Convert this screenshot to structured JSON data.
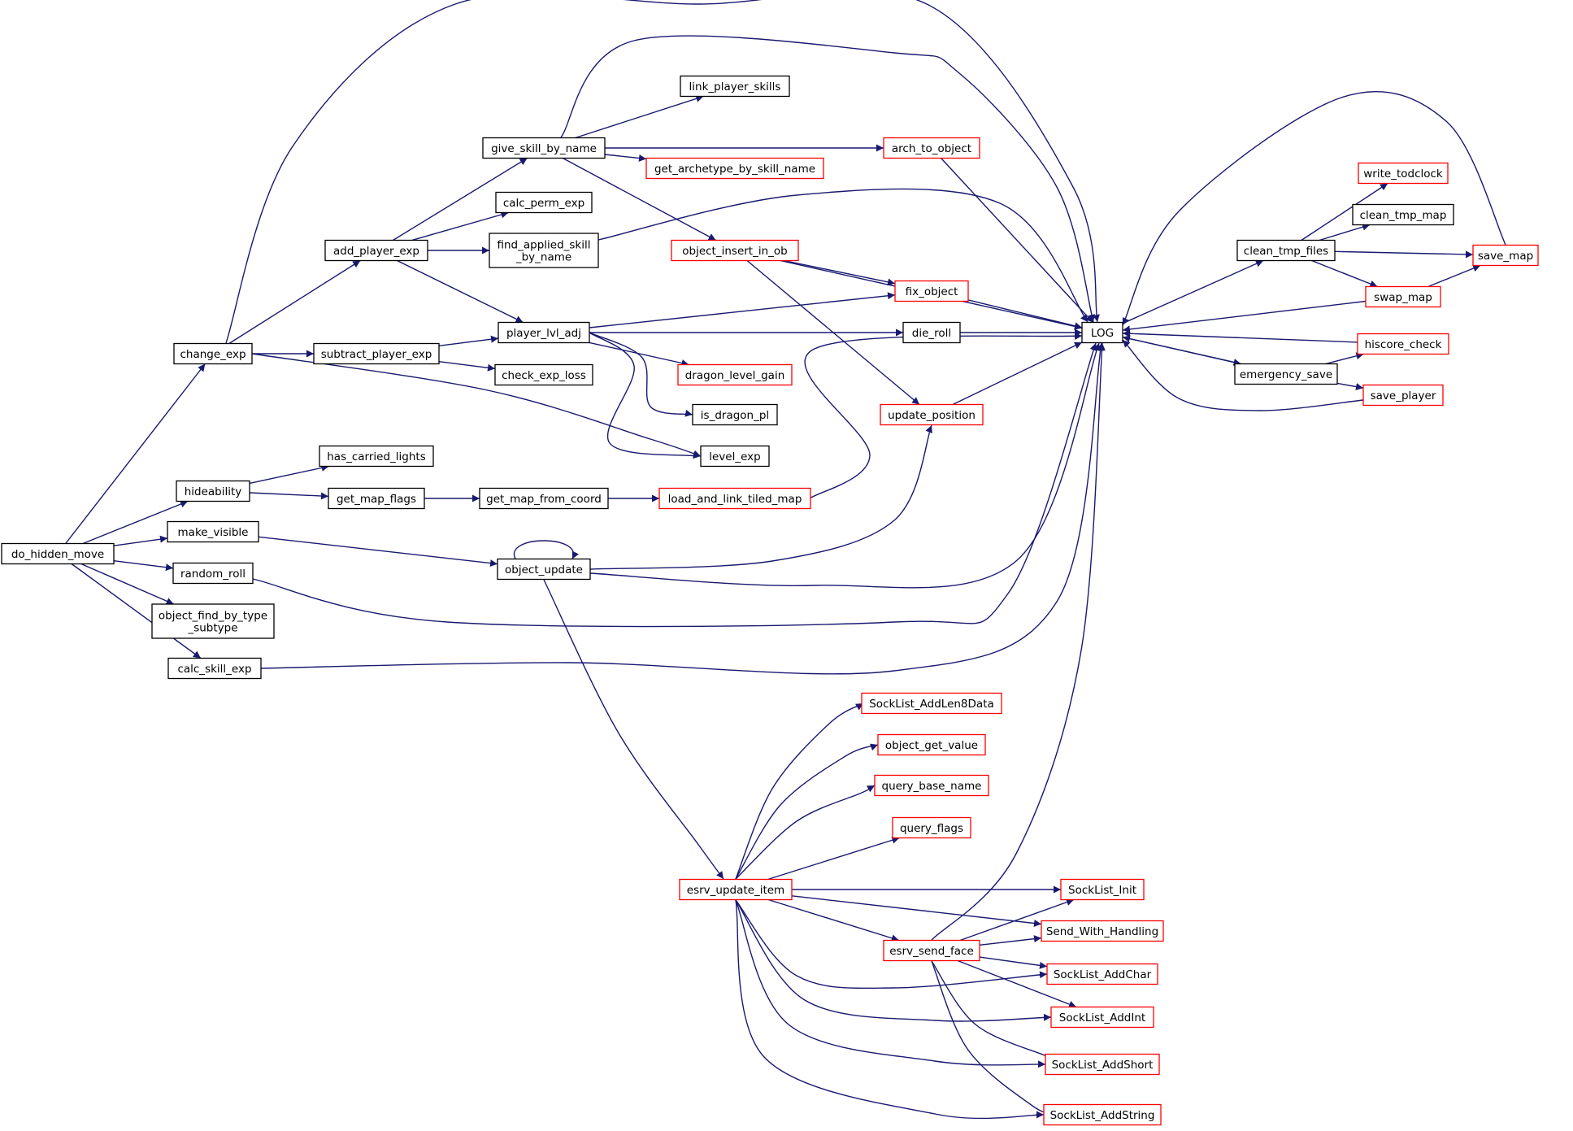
{
  "colors": {
    "edge": "#191970",
    "node_border_default": "#000000",
    "node_border_truncated": "#ff0000",
    "node_fill_focus": "#bfbfbf",
    "node_fill": "#ffffff"
  },
  "nodes": [
    {
      "id": "do_hidden_move",
      "lines": [
        "do_hidden_move"
      ],
      "style": "focus"
    },
    {
      "id": "change_exp",
      "lines": [
        "change_exp"
      ],
      "style": "default"
    },
    {
      "id": "hideability",
      "lines": [
        "hideability"
      ],
      "style": "default"
    },
    {
      "id": "make_visible",
      "lines": [
        "make_visible"
      ],
      "style": "default"
    },
    {
      "id": "random_roll",
      "lines": [
        "random_roll"
      ],
      "style": "default"
    },
    {
      "id": "object_find_by_type_subtype",
      "lines": [
        "object_find_by_type",
        "_subtype"
      ],
      "style": "default"
    },
    {
      "id": "calc_skill_exp",
      "lines": [
        "calc_skill_exp"
      ],
      "style": "default"
    },
    {
      "id": "add_player_exp",
      "lines": [
        "add_player_exp"
      ],
      "style": "default"
    },
    {
      "id": "subtract_player_exp",
      "lines": [
        "subtract_player_exp"
      ],
      "style": "default"
    },
    {
      "id": "has_carried_lights",
      "lines": [
        "has_carried_lights"
      ],
      "style": "default"
    },
    {
      "id": "get_map_flags",
      "lines": [
        "get_map_flags"
      ],
      "style": "default"
    },
    {
      "id": "give_skill_by_name",
      "lines": [
        "give_skill_by_name"
      ],
      "style": "default"
    },
    {
      "id": "calc_perm_exp",
      "lines": [
        "calc_perm_exp"
      ],
      "style": "default"
    },
    {
      "id": "find_applied_skill_by_name",
      "lines": [
        "find_applied_skill",
        "_by_name"
      ],
      "style": "default"
    },
    {
      "id": "player_lvl_adj",
      "lines": [
        "player_lvl_adj"
      ],
      "style": "default"
    },
    {
      "id": "check_exp_loss",
      "lines": [
        "check_exp_loss"
      ],
      "style": "default"
    },
    {
      "id": "get_map_from_coord",
      "lines": [
        "get_map_from_coord"
      ],
      "style": "default"
    },
    {
      "id": "object_update",
      "lines": [
        "object_update"
      ],
      "style": "default"
    },
    {
      "id": "link_player_skills",
      "lines": [
        "link_player_skills"
      ],
      "style": "default"
    },
    {
      "id": "get_archetype_by_skill_name",
      "lines": [
        "get_archetype_by_skill_name"
      ],
      "style": "truncated"
    },
    {
      "id": "object_insert_in_ob",
      "lines": [
        "object_insert_in_ob"
      ],
      "style": "truncated"
    },
    {
      "id": "dragon_level_gain",
      "lines": [
        "dragon_level_gain"
      ],
      "style": "truncated"
    },
    {
      "id": "is_dragon_pl",
      "lines": [
        "is_dragon_pl"
      ],
      "style": "default"
    },
    {
      "id": "level_exp",
      "lines": [
        "level_exp"
      ],
      "style": "default"
    },
    {
      "id": "load_and_link_tiled_map",
      "lines": [
        "load_and_link_tiled_map"
      ],
      "style": "truncated"
    },
    {
      "id": "arch_to_object",
      "lines": [
        "arch_to_object"
      ],
      "style": "truncated"
    },
    {
      "id": "fix_object",
      "lines": [
        "fix_object"
      ],
      "style": "truncated"
    },
    {
      "id": "die_roll",
      "lines": [
        "die_roll"
      ],
      "style": "default"
    },
    {
      "id": "update_position",
      "lines": [
        "update_position"
      ],
      "style": "truncated"
    },
    {
      "id": "LOG",
      "lines": [
        "LOG"
      ],
      "style": "default"
    },
    {
      "id": "clean_tmp_files",
      "lines": [
        "clean_tmp_files"
      ],
      "style": "default"
    },
    {
      "id": "emergency_save",
      "lines": [
        "emergency_save"
      ],
      "style": "default"
    },
    {
      "id": "write_todclock",
      "lines": [
        "write_todclock"
      ],
      "style": "truncated"
    },
    {
      "id": "clean_tmp_map",
      "lines": [
        "clean_tmp_map"
      ],
      "style": "default"
    },
    {
      "id": "swap_map",
      "lines": [
        "swap_map"
      ],
      "style": "truncated"
    },
    {
      "id": "hiscore_check",
      "lines": [
        "hiscore_check"
      ],
      "style": "truncated"
    },
    {
      "id": "save_player",
      "lines": [
        "save_player"
      ],
      "style": "truncated"
    },
    {
      "id": "save_map",
      "lines": [
        "save_map"
      ],
      "style": "truncated"
    },
    {
      "id": "esrv_update_item",
      "lines": [
        "esrv_update_item"
      ],
      "style": "truncated"
    },
    {
      "id": "SockList_AddLen8Data",
      "lines": [
        "SockList_AddLen8Data"
      ],
      "style": "truncated"
    },
    {
      "id": "object_get_value",
      "lines": [
        "object_get_value"
      ],
      "style": "truncated"
    },
    {
      "id": "query_base_name",
      "lines": [
        "query_base_name"
      ],
      "style": "truncated"
    },
    {
      "id": "query_flags",
      "lines": [
        "query_flags"
      ],
      "style": "truncated"
    },
    {
      "id": "esrv_send_face",
      "lines": [
        "esrv_send_face"
      ],
      "style": "truncated"
    },
    {
      "id": "SockList_Init",
      "lines": [
        "SockList_Init"
      ],
      "style": "truncated"
    },
    {
      "id": "Send_With_Handling",
      "lines": [
        "Send_With_Handling"
      ],
      "style": "truncated"
    },
    {
      "id": "SockList_AddChar",
      "lines": [
        "SockList_AddChar"
      ],
      "style": "truncated"
    },
    {
      "id": "SockList_AddInt",
      "lines": [
        "SockList_AddInt"
      ],
      "style": "truncated"
    },
    {
      "id": "SockList_AddShort",
      "lines": [
        "SockList_AddShort"
      ],
      "style": "truncated"
    },
    {
      "id": "SockList_AddString",
      "lines": [
        "SockList_AddString"
      ],
      "style": "truncated"
    }
  ],
  "edges": [
    [
      "do_hidden_move",
      "change_exp"
    ],
    [
      "do_hidden_move",
      "hideability"
    ],
    [
      "do_hidden_move",
      "make_visible"
    ],
    [
      "do_hidden_move",
      "random_roll"
    ],
    [
      "do_hidden_move",
      "object_find_by_type_subtype"
    ],
    [
      "do_hidden_move",
      "calc_skill_exp"
    ],
    [
      "change_exp",
      "LOG"
    ],
    [
      "change_exp",
      "add_player_exp"
    ],
    [
      "change_exp",
      "subtract_player_exp"
    ],
    [
      "change_exp",
      "level_exp"
    ],
    [
      "add_player_exp",
      "give_skill_by_name"
    ],
    [
      "add_player_exp",
      "calc_perm_exp"
    ],
    [
      "add_player_exp",
      "find_applied_skill_by_name"
    ],
    [
      "add_player_exp",
      "player_lvl_adj"
    ],
    [
      "give_skill_by_name",
      "LOG"
    ],
    [
      "give_skill_by_name",
      "link_player_skills"
    ],
    [
      "give_skill_by_name",
      "arch_to_object"
    ],
    [
      "give_skill_by_name",
      "get_archetype_by_skill_name"
    ],
    [
      "give_skill_by_name",
      "object_insert_in_ob"
    ],
    [
      "find_applied_skill_by_name",
      "LOG"
    ],
    [
      "arch_to_object",
      "LOG"
    ],
    [
      "object_insert_in_ob",
      "LOG"
    ],
    [
      "object_insert_in_ob",
      "fix_object"
    ],
    [
      "object_insert_in_ob",
      "update_position"
    ],
    [
      "fix_object",
      "LOG"
    ],
    [
      "subtract_player_exp",
      "player_lvl_adj"
    ],
    [
      "subtract_player_exp",
      "check_exp_loss"
    ],
    [
      "player_lvl_adj",
      "fix_object"
    ],
    [
      "player_lvl_adj",
      "die_roll"
    ],
    [
      "player_lvl_adj",
      "dragon_level_gain"
    ],
    [
      "player_lvl_adj",
      "is_dragon_pl"
    ],
    [
      "player_lvl_adj",
      "level_exp"
    ],
    [
      "die_roll",
      "LOG"
    ],
    [
      "update_position",
      "LOG"
    ],
    [
      "hideability",
      "has_carried_lights"
    ],
    [
      "hideability",
      "get_map_flags"
    ],
    [
      "get_map_flags",
      "get_map_from_coord"
    ],
    [
      "get_map_from_coord",
      "load_and_link_tiled_map"
    ],
    [
      "load_and_link_tiled_map",
      "LOG"
    ],
    [
      "make_visible",
      "object_update"
    ],
    [
      "object_update",
      "object_update"
    ],
    [
      "object_update",
      "update_position"
    ],
    [
      "object_update",
      "LOG"
    ],
    [
      "object_update",
      "esrv_update_item"
    ],
    [
      "random_roll",
      "LOG"
    ],
    [
      "calc_skill_exp",
      "LOG"
    ],
    [
      "LOG",
      "clean_tmp_files"
    ],
    [
      "LOG",
      "emergency_save"
    ],
    [
      "clean_tmp_files",
      "write_todclock"
    ],
    [
      "clean_tmp_files",
      "clean_tmp_map"
    ],
    [
      "clean_tmp_files",
      "save_map"
    ],
    [
      "clean_tmp_files",
      "swap_map"
    ],
    [
      "swap_map",
      "LOG"
    ],
    [
      "swap_map",
      "save_map"
    ],
    [
      "save_map",
      "LOG"
    ],
    [
      "emergency_save",
      "LOG"
    ],
    [
      "emergency_save",
      "hiscore_check"
    ],
    [
      "emergency_save",
      "save_player"
    ],
    [
      "hiscore_check",
      "LOG"
    ],
    [
      "save_player",
      "LOG"
    ],
    [
      "esrv_update_item",
      "SockList_AddLen8Data"
    ],
    [
      "esrv_update_item",
      "object_get_value"
    ],
    [
      "esrv_update_item",
      "query_base_name"
    ],
    [
      "esrv_update_item",
      "query_flags"
    ],
    [
      "esrv_update_item",
      "SockList_Init"
    ],
    [
      "esrv_update_item",
      "Send_With_Handling"
    ],
    [
      "esrv_update_item",
      "esrv_send_face"
    ],
    [
      "esrv_update_item",
      "SockList_AddChar"
    ],
    [
      "esrv_update_item",
      "SockList_AddInt"
    ],
    [
      "esrv_update_item",
      "SockList_AddShort"
    ],
    [
      "esrv_update_item",
      "SockList_AddString"
    ],
    [
      "esrv_send_face",
      "LOG"
    ],
    [
      "esrv_send_face",
      "SockList_Init"
    ],
    [
      "esrv_send_face",
      "Send_With_Handling"
    ],
    [
      "esrv_send_face",
      "SockList_AddChar"
    ],
    [
      "esrv_send_face",
      "SockList_AddInt"
    ],
    [
      "esrv_send_face",
      "SockList_AddShort"
    ],
    [
      "esrv_send_face",
      "SockList_AddString"
    ]
  ]
}
